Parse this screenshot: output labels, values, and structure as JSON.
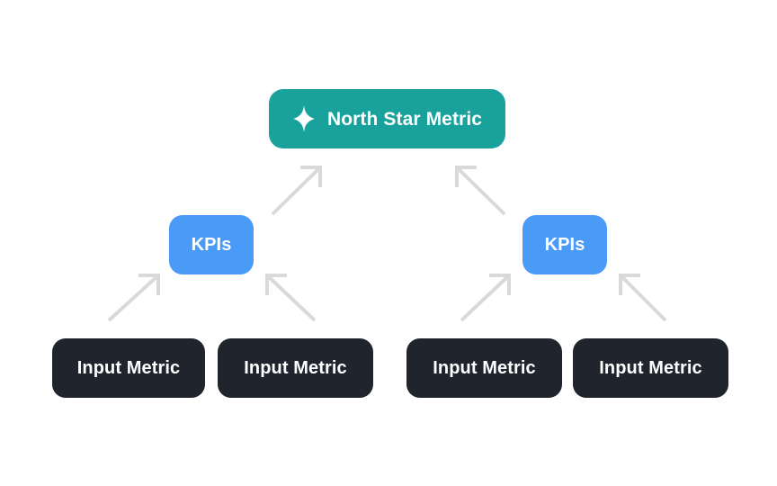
{
  "diagram": {
    "type": "hierarchy-flow",
    "direction": "bottom-up",
    "nodes": {
      "north_star": {
        "id": "north-star",
        "label": "North Star Metric",
        "icon": "sparkle-icon",
        "color": "#18A29B",
        "text_color": "#FFFFFF"
      },
      "kpis": [
        {
          "id": "kpi-left",
          "label": "KPIs",
          "color": "#4A9AF8",
          "text_color": "#FFFFFF"
        },
        {
          "id": "kpi-right",
          "label": "KPIs",
          "color": "#4A9AF8",
          "text_color": "#FFFFFF"
        }
      ],
      "inputs": [
        {
          "id": "input-1",
          "label": "Input Metric",
          "color": "#20242D",
          "text_color": "#FFFFFF"
        },
        {
          "id": "input-2",
          "label": "Input Metric",
          "color": "#20242D",
          "text_color": "#FFFFFF"
        },
        {
          "id": "input-3",
          "label": "Input Metric",
          "color": "#20242D",
          "text_color": "#FFFFFF"
        },
        {
          "id": "input-4",
          "label": "Input Metric",
          "color": "#20242D",
          "text_color": "#FFFFFF"
        }
      ]
    },
    "edges": [
      {
        "from": "kpi-left",
        "to": "north-star"
      },
      {
        "from": "kpi-right",
        "to": "north-star"
      },
      {
        "from": "input-1",
        "to": "kpi-left"
      },
      {
        "from": "input-2",
        "to": "kpi-left"
      },
      {
        "from": "input-3",
        "to": "kpi-right"
      },
      {
        "from": "input-4",
        "to": "kpi-right"
      }
    ],
    "arrow_color": "#D9D9D9",
    "background_color": "#FFFFFF"
  }
}
